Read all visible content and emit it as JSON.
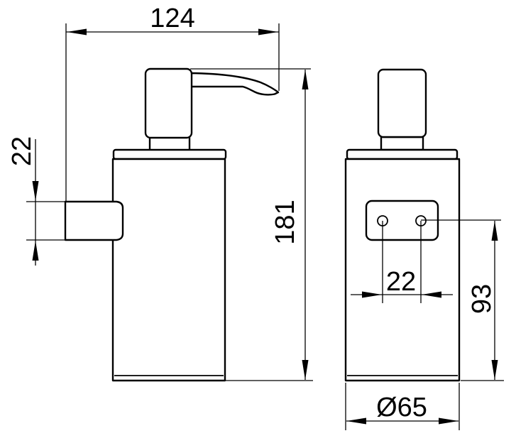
{
  "drawing": {
    "colors": {
      "line": "#000000",
      "background": "#ffffff"
    },
    "dimensions": {
      "overall_depth": "124",
      "bracket_height": "22",
      "overall_height": "181",
      "hole_spacing": "22",
      "mount_center_height": "93",
      "base_diameter": "Ø65"
    }
  }
}
